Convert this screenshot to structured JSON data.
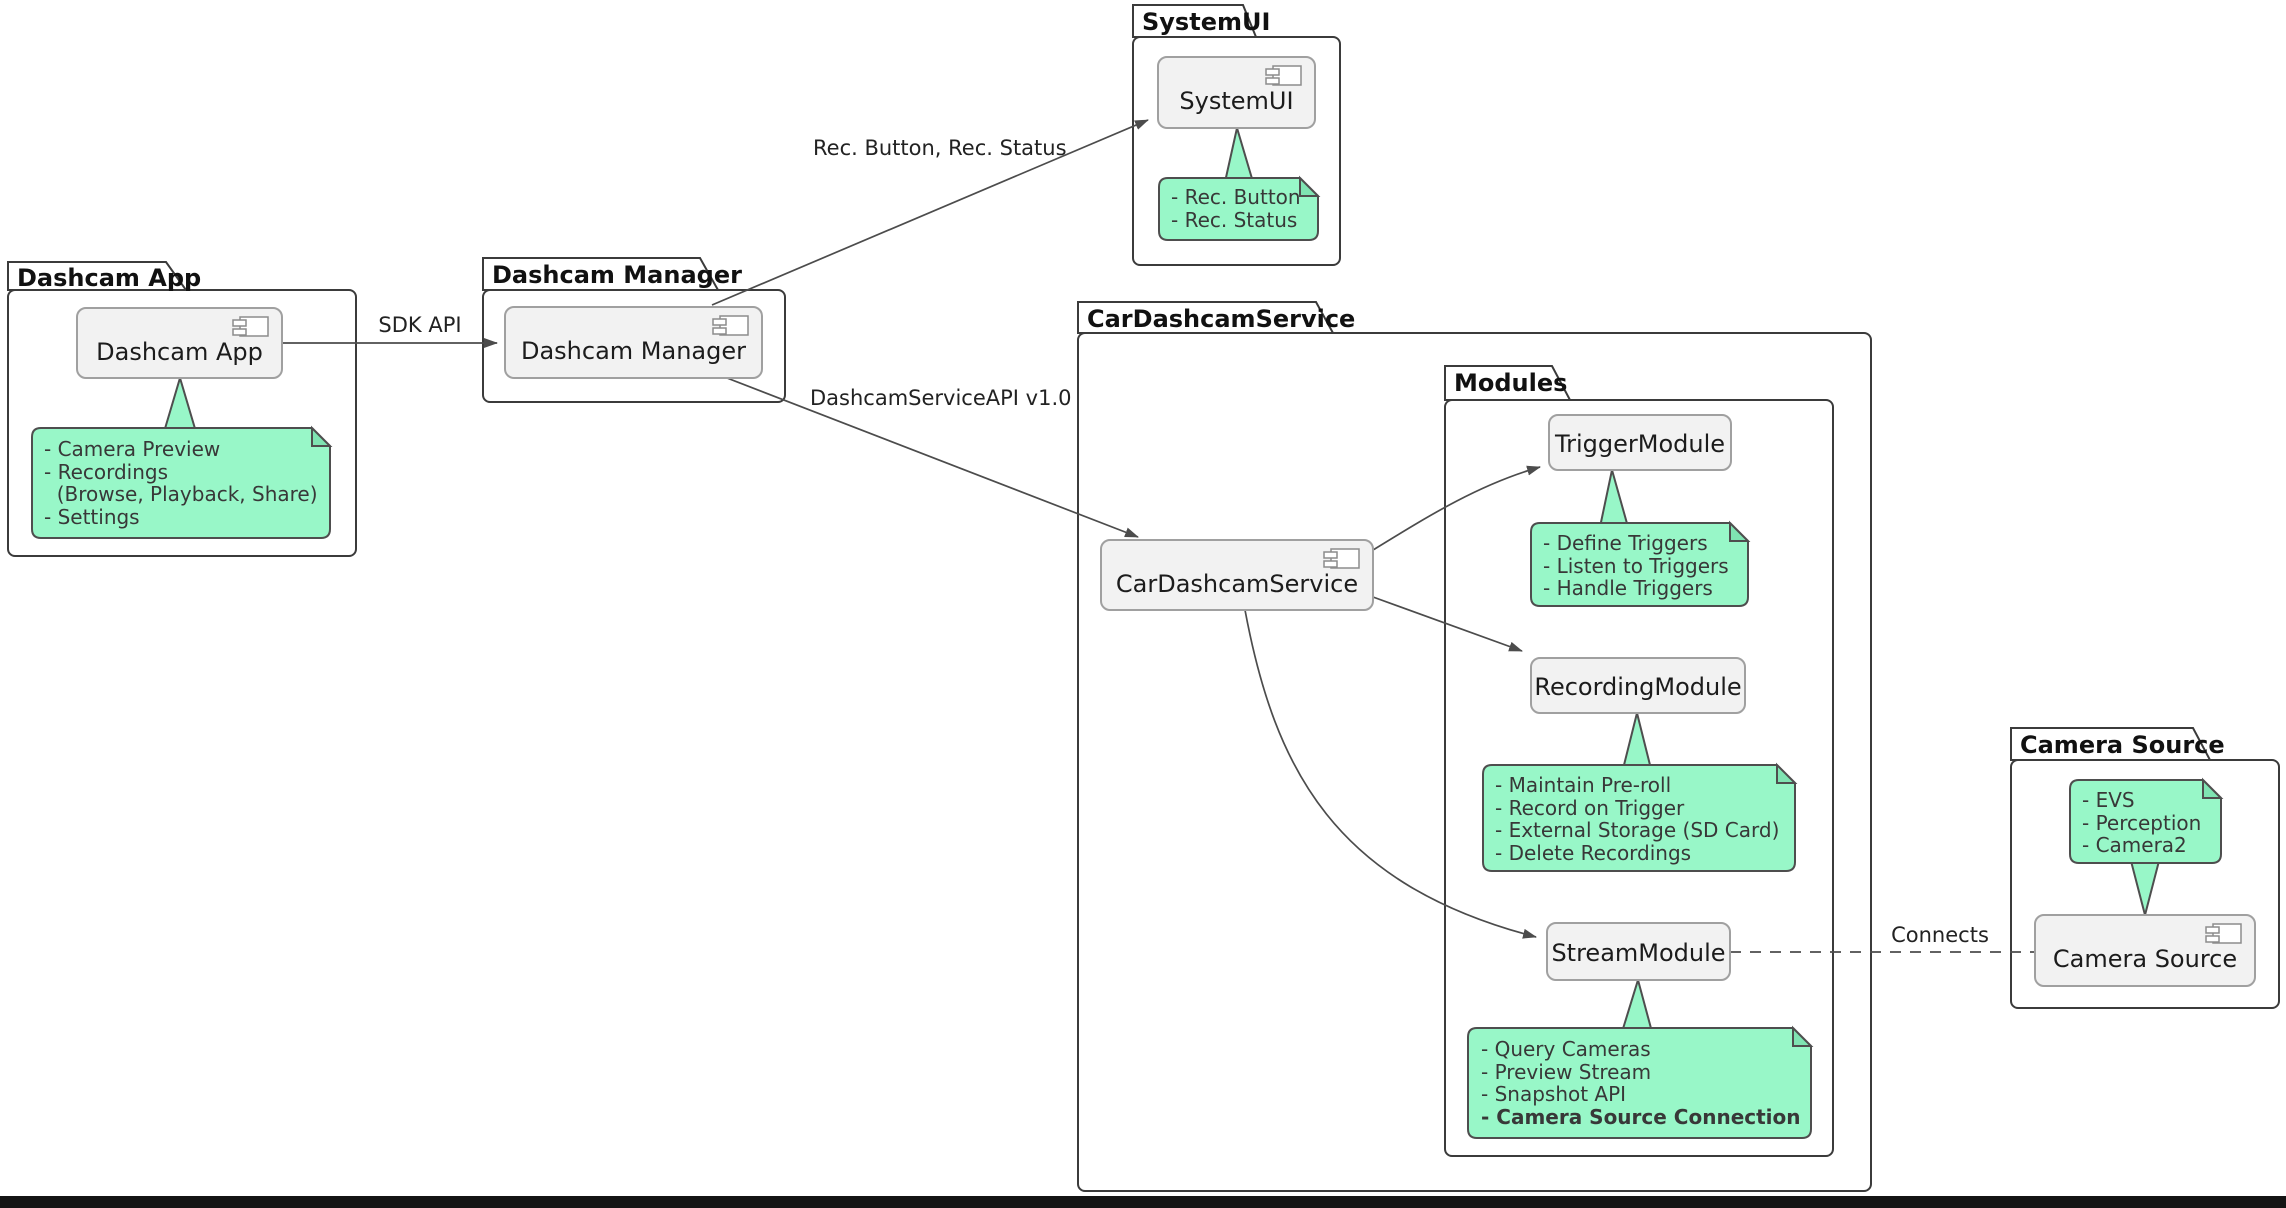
{
  "diagram_type": "uml-component-diagram",
  "packages": {
    "dashcam_app": {
      "title": "Dashcam App"
    },
    "dashcam_manager": {
      "title": "Dashcam Manager"
    },
    "systemui": {
      "title": "SystemUI"
    },
    "cardashcamservice": {
      "title": "CarDashcamService"
    },
    "modules": {
      "title": "Modules"
    },
    "camera_source": {
      "title": "Camera Source"
    }
  },
  "components": {
    "dashcam_app": {
      "label": "Dashcam App"
    },
    "dashcam_manager": {
      "label": "Dashcam Manager"
    },
    "systemui": {
      "label": "SystemUI"
    },
    "cardashcamservice": {
      "label": "CarDashcamService"
    },
    "trigger_module": {
      "label": "TriggerModule"
    },
    "recording_module": {
      "label": "RecordingModule"
    },
    "stream_module": {
      "label": "StreamModule"
    },
    "camera_source": {
      "label": "Camera Source"
    }
  },
  "notes": {
    "dashcam_app": {
      "lines": [
        "- Camera Preview",
        "- Recordings",
        "  (Browse, Playback, Share)",
        "- Settings"
      ]
    },
    "systemui": {
      "lines": [
        "- Rec. Button",
        "- Rec. Status"
      ]
    },
    "trigger_module": {
      "lines": [
        "- Define Triggers",
        "- Listen to Triggers",
        "- Handle Triggers"
      ]
    },
    "recording_module": {
      "lines": [
        "- Maintain Pre-roll",
        "- Record on Trigger",
        "- External Storage (SD Card)",
        "- Delete Recordings"
      ]
    },
    "stream_module": {
      "lines": [
        "- Query Cameras",
        "- Preview Stream",
        "- Snapshot API",
        "- Camera Source Connection"
      ]
    },
    "camera_source": {
      "lines": [
        "- EVS",
        "- Perception",
        "- Camera2"
      ]
    }
  },
  "edges": {
    "sdk_api": {
      "label": "SDK API",
      "style": "solid-arrow"
    },
    "rec_ui": {
      "label": "Rec. Button, Rec. Status",
      "style": "solid-arrow"
    },
    "service_api": {
      "label": "DashcamServiceAPI v1.0",
      "style": "solid-arrow"
    },
    "connects": {
      "label": "Connects",
      "style": "dashed"
    }
  },
  "colors": {
    "note_fill": "#98F7C8",
    "note_border": "#4E4E4E",
    "component_fill": "#F2F2F2",
    "component_border": "#A0A0A0",
    "package_border": "#3B3B3B",
    "edge": "#4C4C4C",
    "bottom_bar": "#141414"
  }
}
